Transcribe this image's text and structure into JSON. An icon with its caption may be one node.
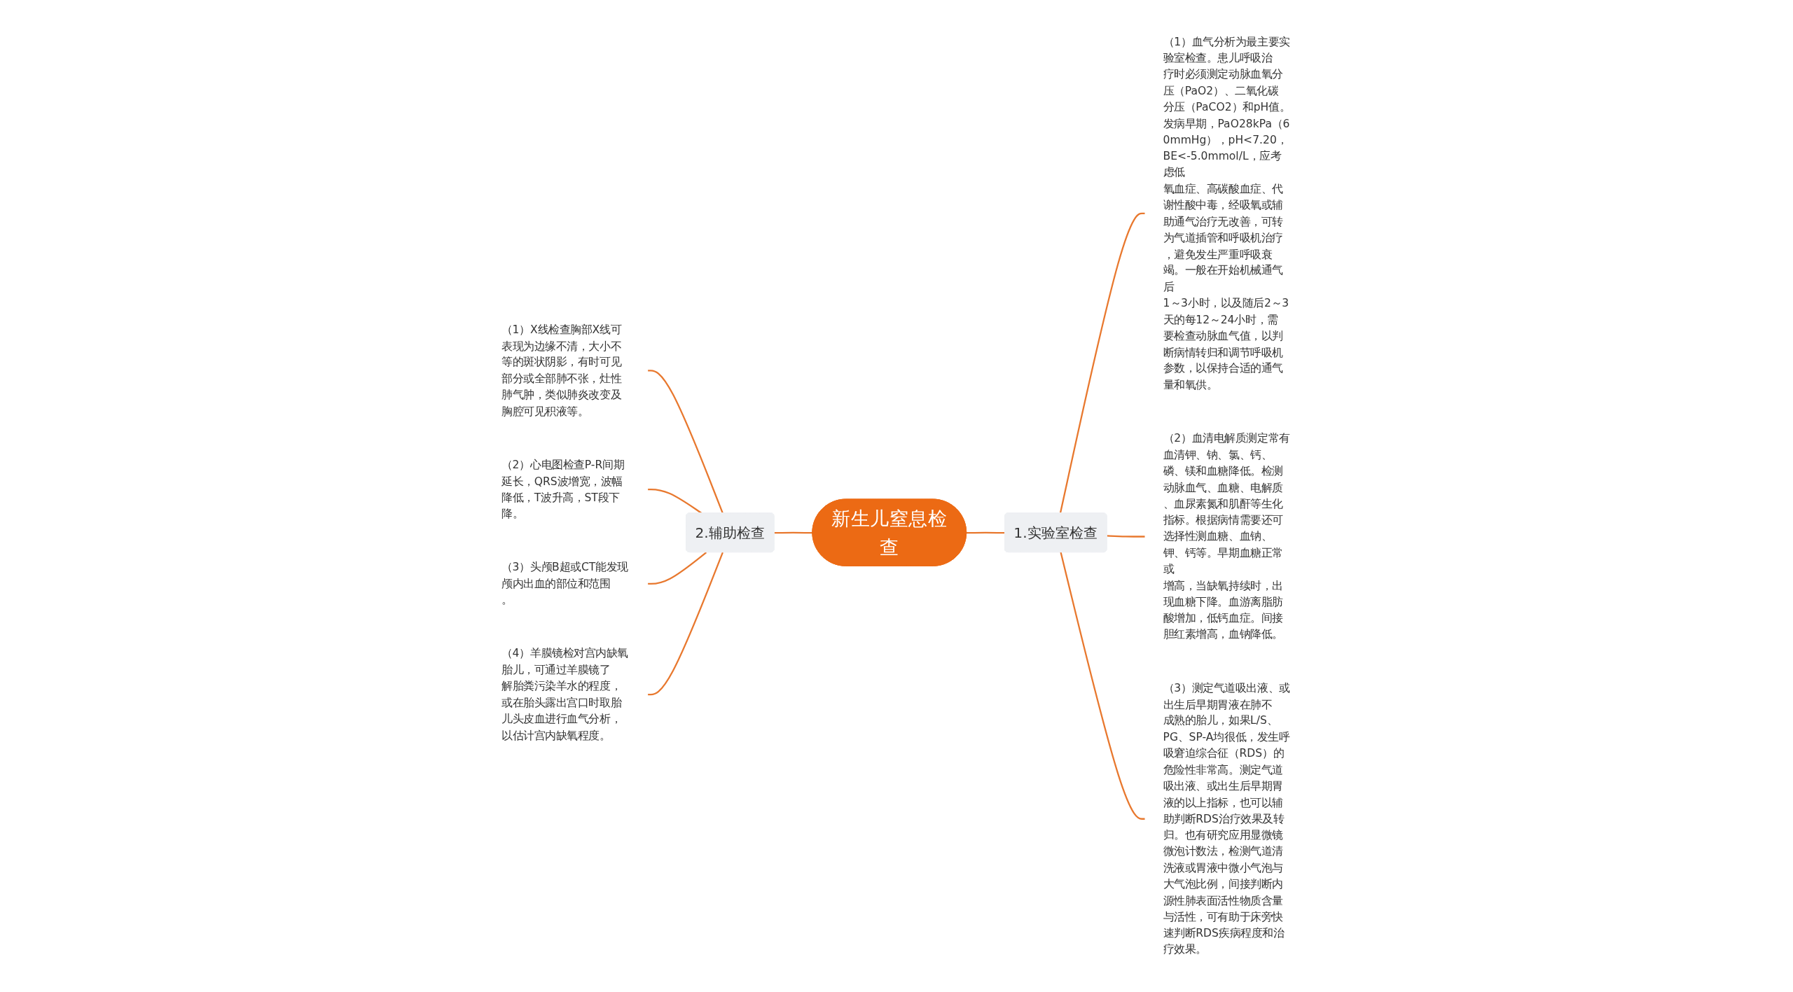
{
  "diagram": {
    "nodes": [
      {
        "text": [
          "新生儿窒息检查"
        ]
      },
      {
        "text": [
          "1.实验室检查"
        ]
      },
      {
        "text": [
          "（1）血气分析为最主要实验室检查。患儿呼吸治疗时必须测定动脉血氧分压（PaO2）、二氧化碳分压（PaCO2）和pH值。发病早期，PaO28kPa（60mmHg），pH<7.20，BE<-5.0mmol/L，应考虑低氧血症、高碳酸血症、代谢性酸中毒，经吸氧或辅助通气治疗无改善，可转为气道插管和呼吸机治疗，避免发生严重呼吸衰竭。一般在开始机械通气后1～3小时，以及随后2～3天的每12～24小时，需要检查动脉血气值，以判断病情转归和调节呼吸机参数，以保持合适的通气量和氧供。"
        ]
      },
      {
        "text": [
          "（2）血清电解质测定常有血清钾、钠、氯、钙、磷、镁和血糖降低。检测动脉血气、血糖、电解质、血尿素氮和肌酐等生化指标。根据病情需要还可选择性测血糖、血钠、钾、钙等。早期血糖正常或增高，当缺氧持续时，出现血糖下降。血游离脂肪酸增加，低钙血症。间接胆红素增高，血钠降低。"
        ]
      },
      {
        "text": [
          "（3）测定气道吸出液、或出生后早期胃液在肺不成熟的胎儿，如果L/S、PG、SP-A均很低，发生呼吸窘迫综合征（RDS）的危险性非常高。测定气道吸出液、或出生后早期胃液的以上指标，也可以辅助判断RDS治疗效果及转归。也有研究应用显微镜微泡计数法，检测气道清洗液或胃液中微小气泡与大气泡比例，间接判断内源性肺表面活性物质含量与活性，可有助于床旁快速判断RDS疾病程度和治疗效果。"
        ]
      },
      {
        "text": [
          "2.辅助检查"
        ]
      },
      {
        "text": [
          "（1）X线检查胸部X线可表现为边缘不清，大小不等的斑状阴影，有时可见部分或全部肺不张，灶性肺气肿，类似肺炎改变及胸腔可见积液等。"
        ]
      },
      {
        "text": [
          "（2）心电图检查P-R间期延长，QRS波增宽，波幅降低，T波升高，ST段下降。"
        ]
      },
      {
        "text": [
          "（3）头颅B超或CT能发现颅内出血的部位和范围。"
        ]
      },
      {
        "text": [
          "（4）羊膜镜检对宫内缺氧胎儿，可通过羊膜镜了解胎粪污染羊水的程度，或在胎头露出宫口时取胎儿头皮血进行血气分析，以估计宫内缺氧程度。"
        ]
      }
    ],
    "edges": [
      {
        "from": 0,
        "to": 1,
        "arrow": "none"
      },
      {
        "from": 1,
        "to": 2,
        "arrow": "none"
      },
      {
        "from": 1,
        "to": 3,
        "arrow": "none"
      },
      {
        "from": 1,
        "to": 4,
        "arrow": "none"
      },
      {
        "from": 5,
        "to": 0,
        "arrow": "none"
      },
      {
        "from": 6,
        "to": 5,
        "arrow": "none"
      },
      {
        "from": 7,
        "to": 5,
        "arrow": "none"
      },
      {
        "from": 8,
        "to": 5,
        "arrow": "none"
      },
      {
        "from": 9,
        "to": 5,
        "arrow": "none"
      }
    ]
  }
}
